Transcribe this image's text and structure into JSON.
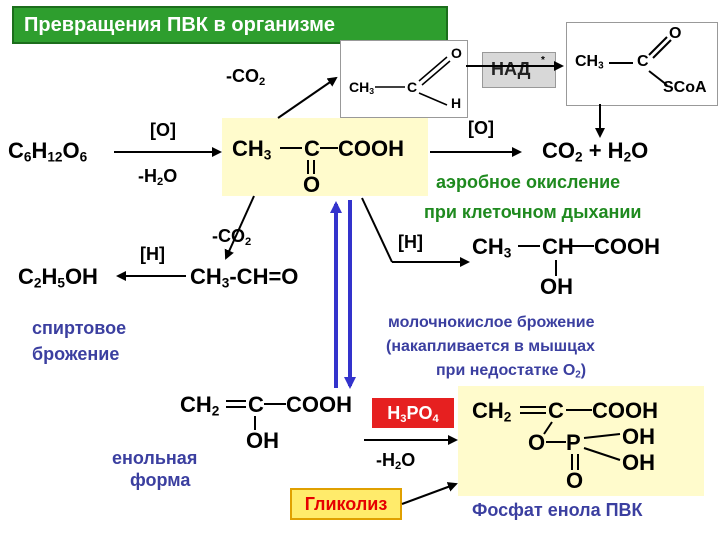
{
  "title": "Превращения ПВК в организме",
  "glucose": {
    "a": "C",
    "b": "6",
    "c": "H",
    "d": "12",
    "e": "O",
    "f": "6"
  },
  "step1_top": "[O]",
  "step1_bottom": {
    "a": "-H",
    "b": "2",
    "c": "O"
  },
  "pyruvate": {
    "line1": "CH",
    "sub": "3",
    "mid": "C",
    "tail": "COOH",
    "o": "O"
  },
  "co2_top": {
    "a": "-CO",
    "b": "2"
  },
  "aldehyde_card": {
    "ch": "CH",
    "sub": "3",
    "c": "C",
    "o": "O",
    "h": "H"
  },
  "nad_label": "НАД",
  "acetyl": {
    "ch": "CH",
    "sub": "3",
    "c": "C",
    "o": "O",
    "s": "SCoA"
  },
  "step_o_right": "[O]",
  "products": {
    "co2": "CO",
    "co2_sub": "2",
    "plus": "+ H",
    "h2o_sub": "2",
    "o": "O"
  },
  "aerobic_line1": "аэробное окисление",
  "aerobic_line2": "при клеточном дыхании",
  "co2_mid": {
    "a": "-CO",
    "b": "2"
  },
  "h_left": "[H]",
  "ethanol": {
    "a": "C",
    "b": "2",
    "c": "H",
    "d": "5",
    "e": "OH"
  },
  "acetaldehyde": {
    "a": "CH",
    "b": "3",
    "c": "-CH=O"
  },
  "alcoholic_line1": "спиртовое",
  "alcoholic_line2": "брожение",
  "h_right": "[H]",
  "lactate": {
    "ch": "CH",
    "sub": "3",
    "mid": "CH",
    "tail": "COOH",
    "oh": "OH"
  },
  "lactic_line1": "молочнокислое брожение",
  "lactic_line2": "(накапливается в мышцах",
  "lactic_line3a": "при недостатке O",
  "lactic_line3b": "2",
  "lactic_line3c": ")",
  "enol": {
    "ch": "CH",
    "sub": "2",
    "c": "C",
    "tail": "COOH",
    "oh": "OH"
  },
  "enol_label1": "енольная",
  "enol_label2": "форма",
  "h3po4": {
    "a": "H",
    "b": "3",
    "c": "PO",
    "d": "4"
  },
  "h2o_bottom": {
    "a": "-H",
    "b": "2",
    "c": "O"
  },
  "pep": {
    "ch": "CH",
    "sub": "2",
    "c": "C",
    "tail": "COOH",
    "o": "O",
    "p": "P",
    "oh1": "OH",
    "oh2": "OH",
    "po": "O"
  },
  "glycolysis": "Гликолиз",
  "pep_label": "Фосфат енола ПВК",
  "colors": {
    "title_bg": "#2e9e2e",
    "green_text": "#1f8a1f",
    "blue_text": "#3b3fa0",
    "yellow_bg": "#fffbcc",
    "red": "#e62020",
    "orange": "#ffeb6b",
    "arrow_blue": "#3333cc"
  }
}
